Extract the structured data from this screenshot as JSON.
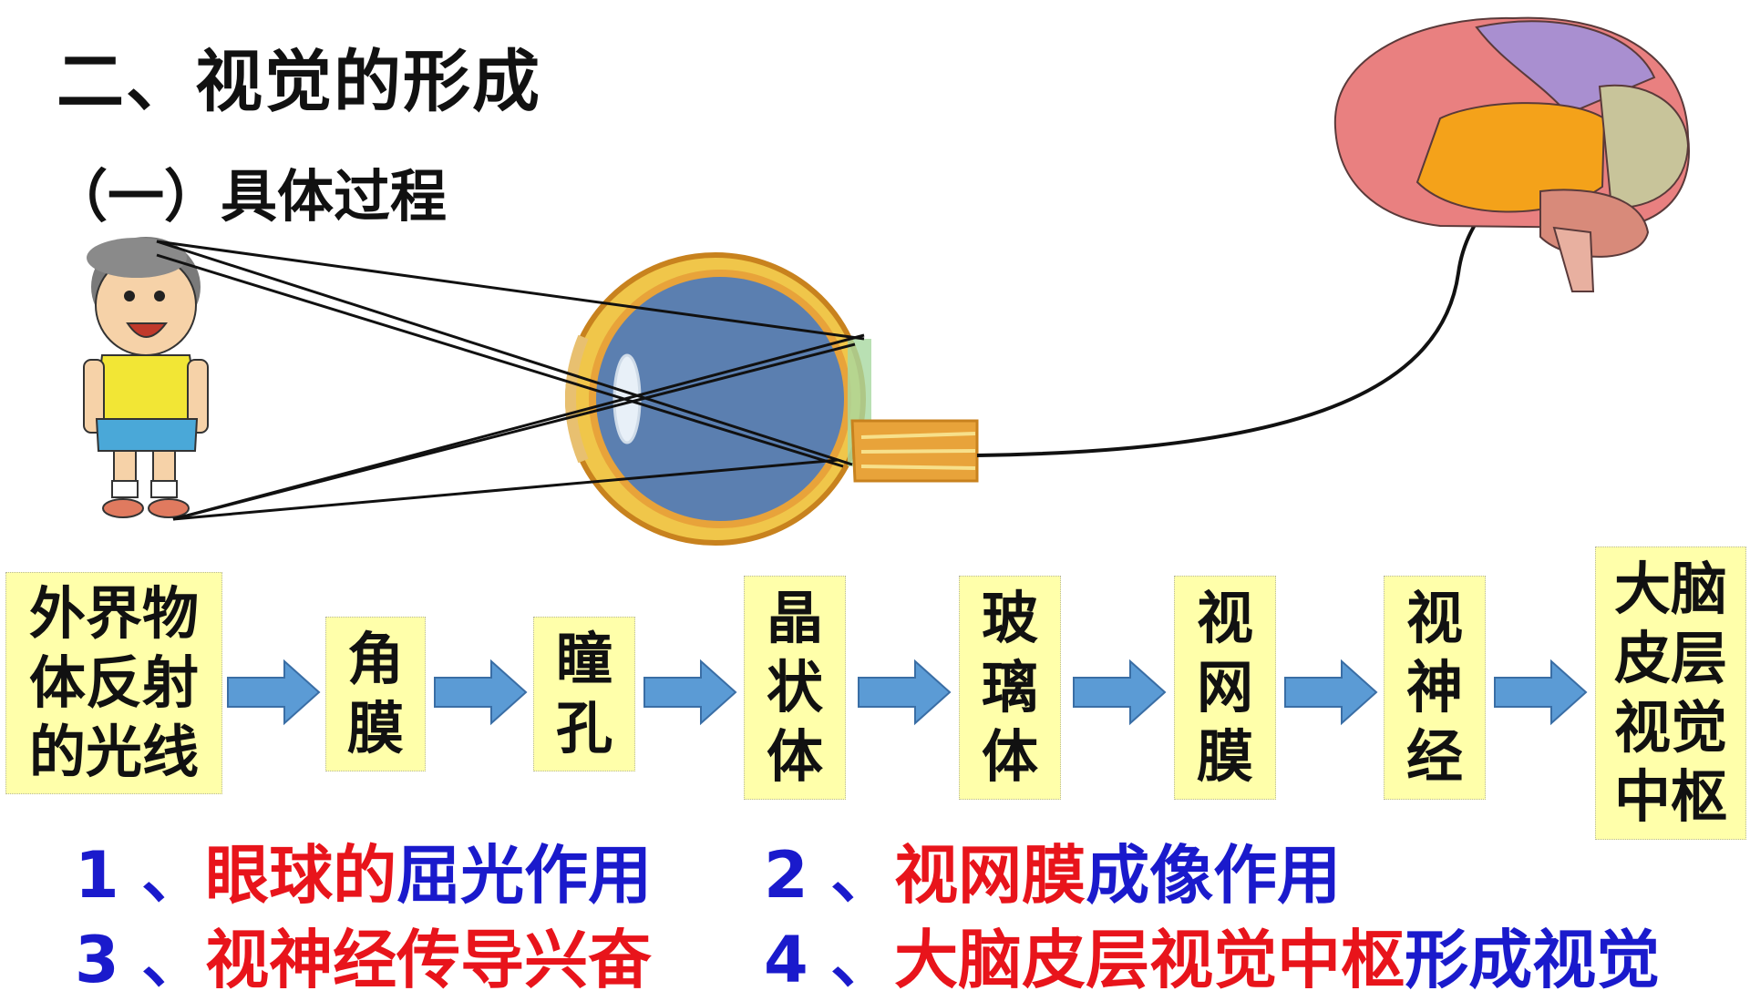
{
  "heading": {
    "title": "二、视觉的形成",
    "subtitle": "（一）具体过程"
  },
  "flow_steps": [
    {
      "id": "light",
      "lines": [
        "外界物",
        "体反射",
        "的光线"
      ]
    },
    {
      "id": "cornea",
      "lines": [
        "角",
        "膜"
      ]
    },
    {
      "id": "pupil",
      "lines": [
        "瞳",
        "孔"
      ]
    },
    {
      "id": "lens",
      "lines": [
        "晶",
        "状",
        "体"
      ]
    },
    {
      "id": "vitreous",
      "lines": [
        "玻",
        "璃",
        "体"
      ]
    },
    {
      "id": "retina",
      "lines": [
        "视",
        "网",
        "膜"
      ]
    },
    {
      "id": "optic-nerve",
      "lines": [
        "视",
        "神",
        "经"
      ]
    },
    {
      "id": "visual-cortex",
      "lines": [
        "大脑",
        "皮层",
        "视觉",
        "中枢"
      ]
    }
  ],
  "summary": [
    {
      "num": "1 、",
      "parts": [
        {
          "text": "眼球的",
          "color": "red"
        },
        {
          "text": "屈光作用",
          "color": "blue"
        }
      ]
    },
    {
      "num": "2 、",
      "parts": [
        {
          "text": "视网膜",
          "color": "red"
        },
        {
          "text": "成像作用",
          "color": "blue"
        }
      ]
    },
    {
      "num": "3 、",
      "parts": [
        {
          "text": "视神经传导兴奋",
          "color": "red"
        }
      ]
    },
    {
      "num": "4 、",
      "parts": [
        {
          "text": "大脑皮层视觉中枢",
          "color": "red"
        },
        {
          "text": "形成视觉",
          "color": "blue"
        }
      ]
    }
  ],
  "colors": {
    "step_box": "#ffffaa",
    "arrow": "#5b9bd5",
    "red": "#e8141b",
    "blue": "#1a1acc",
    "eye_fill": "#5b7fb0",
    "eye_wall": "#e8a33a"
  }
}
